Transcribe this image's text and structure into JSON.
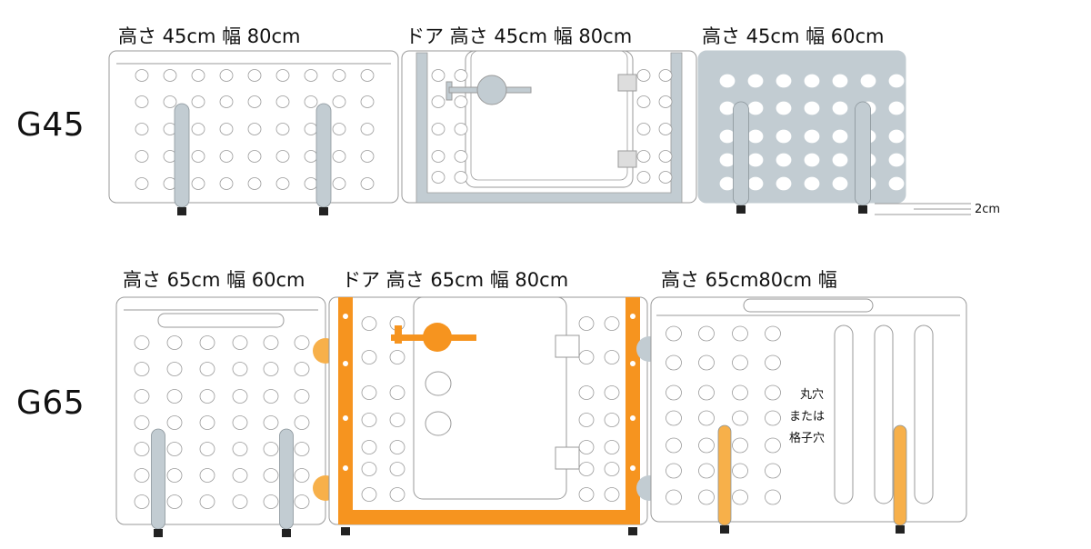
{
  "rows": {
    "g45": {
      "label": "G45",
      "panels": [
        {
          "caption": "高さ 45cm 幅 80cm"
        },
        {
          "caption": "ドア 高さ 45cm 幅 80cm"
        },
        {
          "caption": "高さ 45cm 幅 60cm"
        }
      ],
      "dimension_note": "2cm"
    },
    "g65": {
      "label": "G65",
      "panels": [
        {
          "caption": "高さ 65cm 幅 60cm"
        },
        {
          "caption": "ドア 高さ 65cm 幅 80cm"
        },
        {
          "caption": "高さ 65cm80cm 幅"
        }
      ],
      "hole_note": [
        "丸穴",
        "または",
        "格子穴"
      ]
    }
  },
  "colors": {
    "outline": "#9a9a9a",
    "gray_accent": "#c2ccd2",
    "orange_accent": "#f6941f",
    "orange_light": "#f7b04a",
    "foot": "#222222"
  }
}
